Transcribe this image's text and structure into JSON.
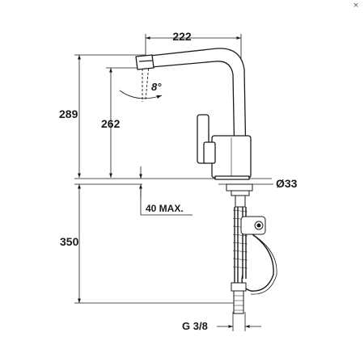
{
  "close_glyph": "×",
  "dimensions": {
    "spout_reach": "222",
    "spout_angle": "8°",
    "total_height": "289",
    "spout_height": "262",
    "hole_diameter": "Ø33",
    "deck_thickness": "40 MAX.",
    "below_deck_length": "350",
    "connection_thread": "G 3/8"
  }
}
